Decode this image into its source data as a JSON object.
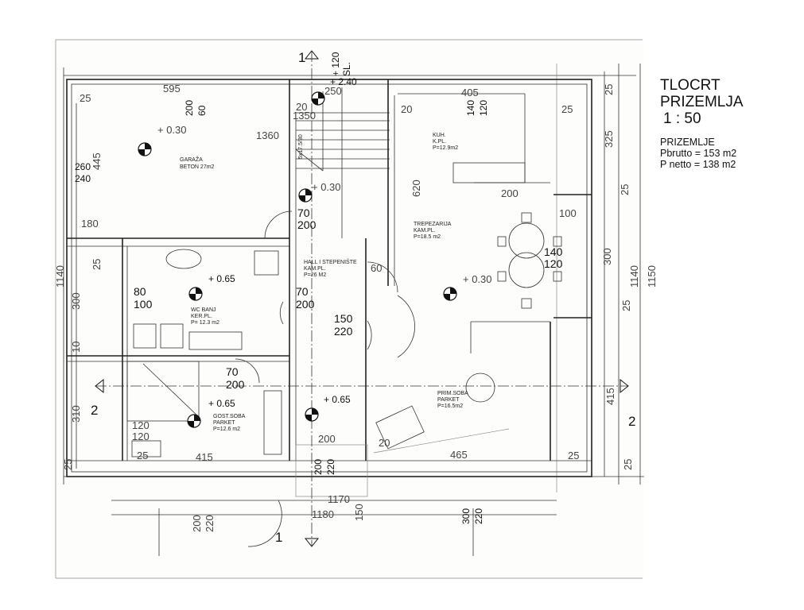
{
  "title_block": {
    "title_line1": "TLOCRT",
    "title_line2": "PRIZEMLJA",
    "scale": "1 : 50",
    "floor": "PRIZEMLJE",
    "gross_area": "Pbrutto = 153 m2",
    "net_area": "P netto = 138 m2"
  },
  "rooms": {
    "garage": {
      "name": "GARAŽA",
      "spec": "BETON 27m2",
      "level": "+ 0.30"
    },
    "kitchen": {
      "name": "KUH.",
      "spec": "K.PL.",
      "area": "P=12.9m2"
    },
    "dining": {
      "name": "TREPEZARIJA",
      "spec": "KAM.PL.",
      "area": "P=18.5 m2"
    },
    "hall": {
      "name": "HALL I STEPENIŠTE",
      "spec": "KAM.PL.",
      "area": "P=26 M2"
    },
    "wc": {
      "name": "WC BANJ",
      "spec": "KER.PL.",
      "area": "P= 12.3 m2",
      "level": "+ 0.65"
    },
    "guest": {
      "name": "GOST.SOBA",
      "spec": "PARKET",
      "area": "P=12.6 m2",
      "level": "+ 0.65"
    },
    "living": {
      "name": "PRIM.SOBA",
      "spec": "PARKET",
      "area": "P=16.5m2"
    }
  },
  "levels": {
    "stair_top": "+ 2.40",
    "stair_landing": "+ 0.30",
    "hall_level": "+ 0.65",
    "dining_level": "+ 0.30",
    "stair_spec": "5x17.5/30"
  },
  "sections": {
    "s1": "1",
    "s2": "2",
    "sl": "SL.",
    "sl_dim": "+ 120"
  },
  "openings": {
    "o1": [
      "200",
      "60"
    ],
    "o2": [
      "140",
      "120"
    ],
    "o3": [
      "260",
      "240"
    ],
    "o4": [
      "70",
      "200"
    ],
    "o5": [
      "80",
      "100"
    ],
    "o6": [
      "70",
      "200"
    ],
    "o7": [
      "150",
      "220"
    ],
    "o8": [
      "70",
      "200"
    ],
    "o9": [
      "120",
      "120"
    ],
    "o10": [
      "140",
      "120"
    ],
    "o11": [
      "200",
      "220"
    ],
    "o12": [
      "300",
      "220"
    ],
    "o13": [
      "200",
      "220"
    ]
  },
  "dimensions": {
    "d595": "595",
    "d405": "405",
    "d1360": "1360",
    "d1350": "1350",
    "d250": "250",
    "d25": "25",
    "d20": "20",
    "d325": "325",
    "d445": "445",
    "d180": "180",
    "d620": "620",
    "d200": "200",
    "d100": "100",
    "d300": "300",
    "d1140": "1140",
    "d1150": "1150",
    "d60": "60",
    "d10": "10",
    "d310": "310",
    "d415": "415",
    "d465": "465",
    "d1170": "1170",
    "d1180": "1180",
    "d150": "150"
  }
}
